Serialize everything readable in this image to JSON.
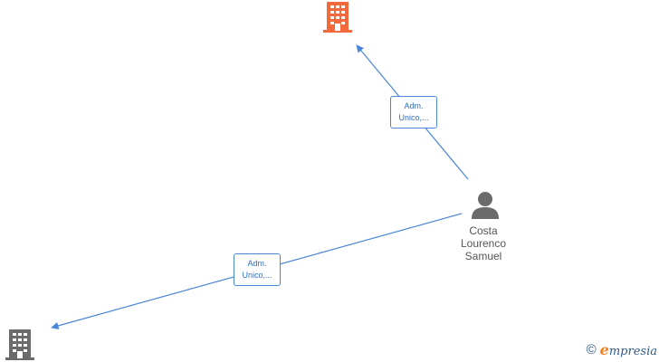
{
  "nodes": {
    "company_top": {
      "type": "company",
      "color": "#f26a3c"
    },
    "company_bottom": {
      "type": "company",
      "color": "#6b6b6b"
    },
    "person": {
      "type": "person",
      "color": "#6b6b6b",
      "name_lines": [
        "Costa",
        "Lourenco",
        "Samuel"
      ]
    }
  },
  "edges": [
    {
      "from": "person",
      "to": "company_top",
      "label_lines": [
        "Adm.",
        "Unico,..."
      ]
    },
    {
      "from": "person",
      "to": "company_bottom",
      "label_lines": [
        "Adm.",
        "Unico,..."
      ]
    }
  ],
  "colors": {
    "edge": "#4a86d8",
    "edge_label_text": "#2f6fc4"
  },
  "footer": {
    "copyright_symbol": "©",
    "brand_initial": "e",
    "brand_rest": "mpresia"
  }
}
